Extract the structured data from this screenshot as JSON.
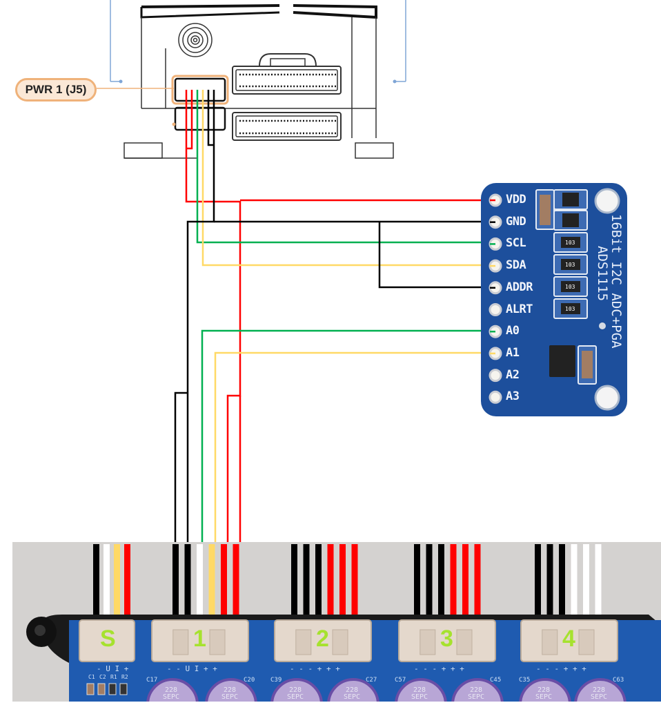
{
  "diagram": {
    "flight_controller": {
      "connector_label": "PWR 1 (J5)",
      "connector_accent": "#efb27a"
    },
    "adc_board": {
      "title_line1": "16Bit I2C ADC+PGA",
      "title_line2": "ADS1115",
      "board_color": "#1d4f9c",
      "pins": [
        {
          "label": "VDD",
          "wire": "red"
        },
        {
          "label": "GND",
          "wire": "black"
        },
        {
          "label": "SCL",
          "wire": "green"
        },
        {
          "label": "SDA",
          "wire": "yellow"
        },
        {
          "label": "ADDR",
          "wire": "black"
        },
        {
          "label": "ALRT",
          "wire": "none"
        },
        {
          "label": "A0",
          "wire": "green"
        },
        {
          "label": "A1",
          "wire": "yellow"
        },
        {
          "label": "A2",
          "wire": "none"
        },
        {
          "label": "A3",
          "wire": "none"
        }
      ],
      "resistor_code": "103"
    },
    "power_board": {
      "ports": [
        {
          "label": "S",
          "silk": "- U I +",
          "wires": [
            "black",
            "white",
            "yellow",
            "red"
          ]
        },
        {
          "label": "1",
          "silk": "- - U I + +",
          "wires": [
            "black",
            "black",
            "white",
            "yellow",
            "red",
            "red"
          ]
        },
        {
          "label": "2",
          "silk": "- - - + + +",
          "wires": [
            "black",
            "black",
            "black",
            "red",
            "red",
            "red"
          ]
        },
        {
          "label": "3",
          "silk": "- - - + + +",
          "wires": [
            "black",
            "black",
            "black",
            "red",
            "red",
            "red"
          ]
        },
        {
          "label": "4",
          "silk": "- - - + + +",
          "wires": [
            "black",
            "black",
            "black",
            "white",
            "white",
            "white"
          ]
        }
      ],
      "capacitor_refs": [
        "C17",
        "C20",
        "C39",
        "C27",
        "C57",
        "C45",
        "C35",
        "C63"
      ],
      "capacitor_marking_top": "228",
      "capacitor_marking_bottom": "SEPC",
      "small_refs": [
        "C1",
        "C2",
        "R1",
        "R2"
      ]
    },
    "wire_colors": {
      "red": "#ff0000",
      "black": "#000000",
      "green": "#00b050",
      "yellow": "#ffd966",
      "white": "#ffffff"
    }
  }
}
